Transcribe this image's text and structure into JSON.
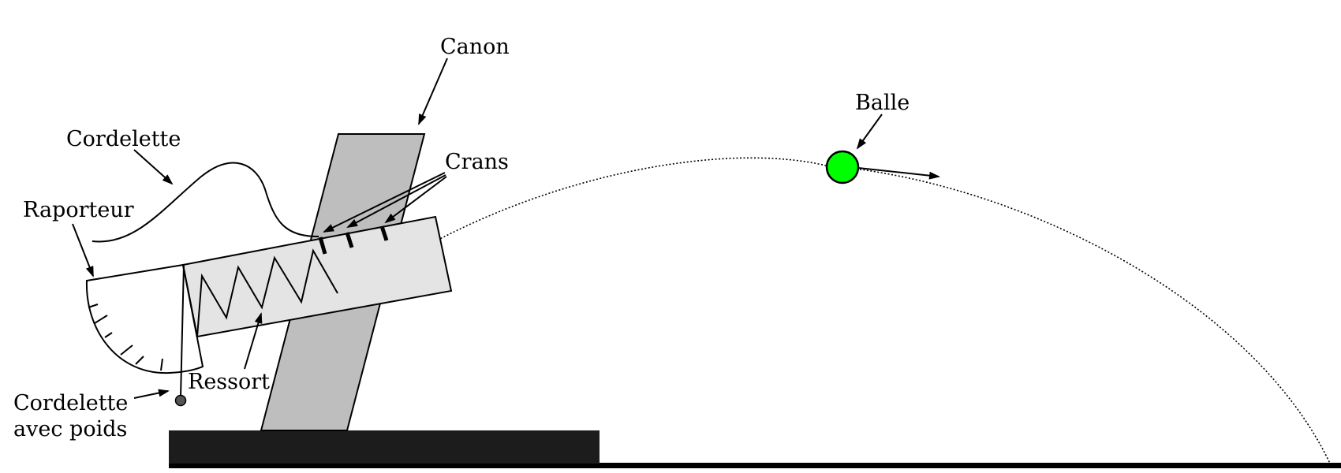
{
  "labels": {
    "canon": "Canon",
    "cordelette": "Cordelette",
    "raporteur": "Raporteur",
    "crans": "Crans",
    "balle": "Balle",
    "ressort": "Ressort",
    "cordelette_poids_line1": "Cordelette",
    "cordelette_poids_line2": "avec poids"
  },
  "colors": {
    "ball": "#00ff00",
    "barrel": "#bebebe",
    "launcher_body": "#e4e4e4",
    "base": "#1c1c1c",
    "ground": "#000000",
    "stroke": "#000000"
  }
}
